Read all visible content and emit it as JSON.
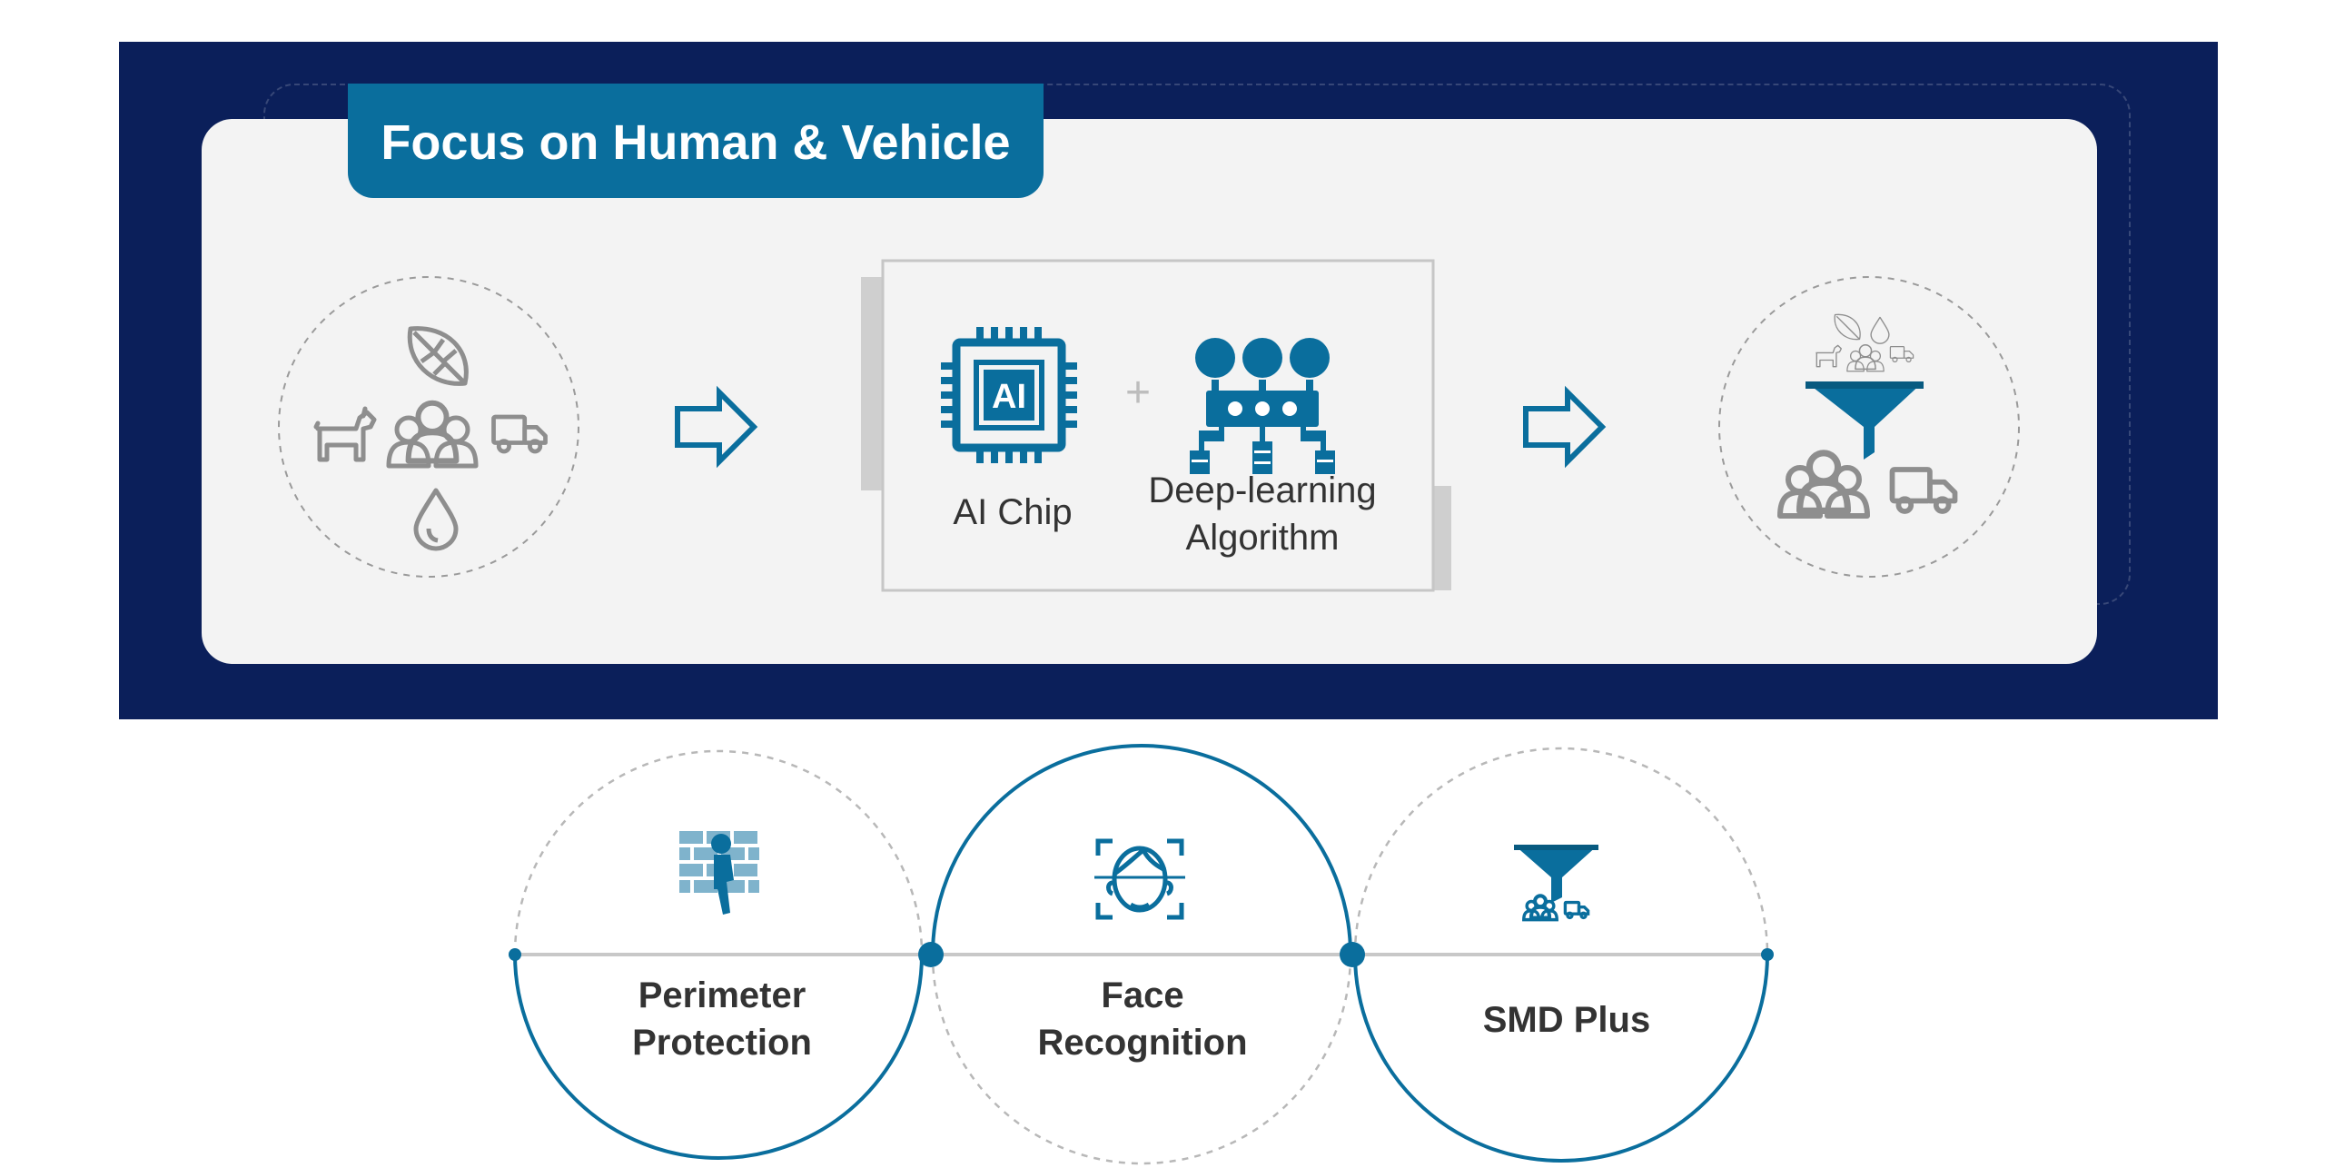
{
  "header": {
    "title": "Focus on Human & Vehicle"
  },
  "ai_chip": {
    "icon_text": "AI",
    "label": "AI Chip"
  },
  "algorithm": {
    "label_line1": "Deep-learning",
    "label_line2": "Algorithm"
  },
  "plus_sign": "+",
  "features": [
    {
      "line1": "Perimeter",
      "line2": "Protection"
    },
    {
      "line1": "Face",
      "line2": "Recognition"
    },
    {
      "line1": "SMD Plus",
      "line2": ""
    }
  ],
  "icons": {
    "input": [
      "leaf-icon",
      "dog-icon",
      "people-icon",
      "truck-icon",
      "water-drop-icon"
    ],
    "processor": [
      "ai-chip-icon",
      "neural-network-icon"
    ],
    "output": [
      "funnel-icon",
      "people-icon",
      "truck-icon"
    ],
    "features": [
      "brick-wall-person-icon",
      "face-scan-icon",
      "funnel-filter-icon"
    ]
  },
  "colors": {
    "navy": "#0b1f5a",
    "accent_blue": "#0a6e9d",
    "icon_gray": "#8e8e8e",
    "panel": "#f3f3f3"
  }
}
